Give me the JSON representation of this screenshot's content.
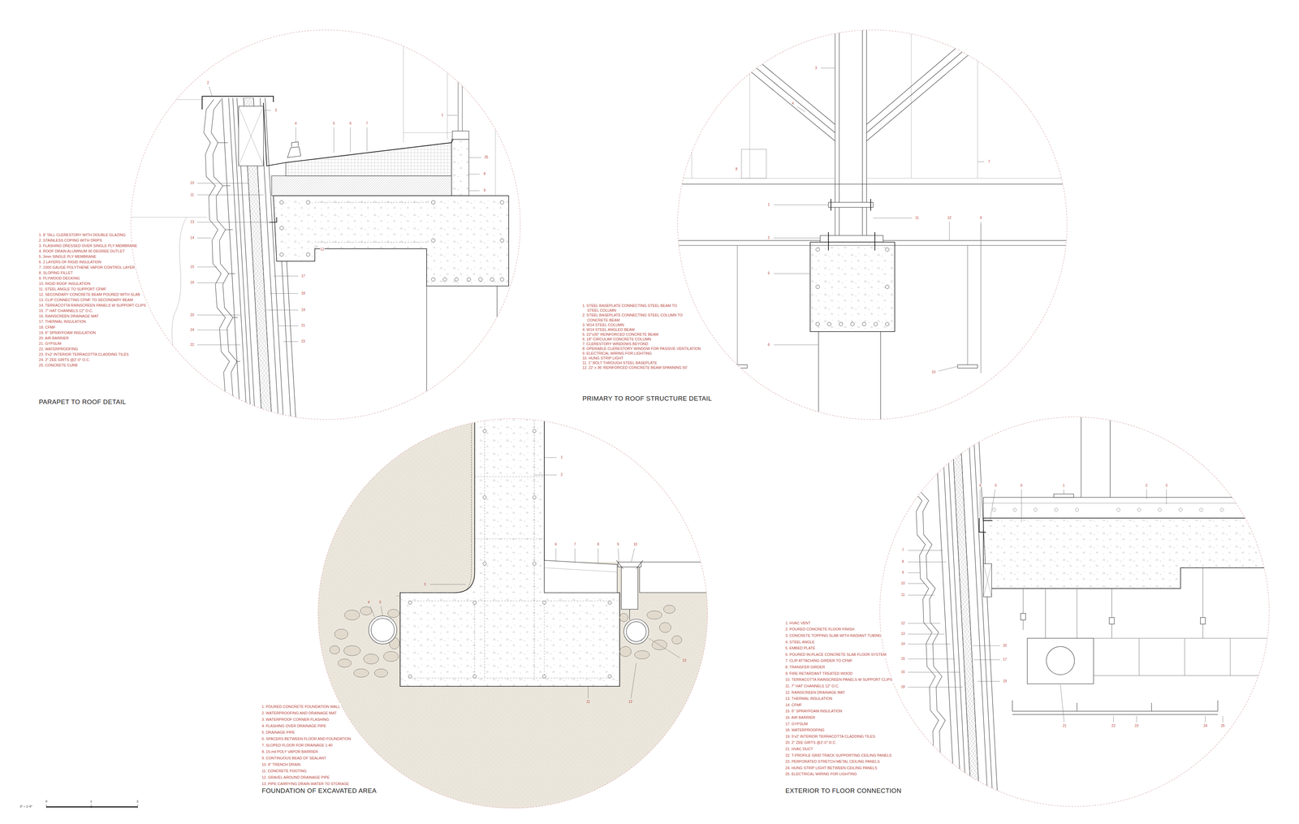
{
  "diagram": {
    "labels": [
      "PARAPET TO ROOF DETAIL",
      "1. 8' TALL CLERESTORY WITH DOUBLE GLAZING",
      "2. STAINLESS COPING WITH DRIPS",
      "3. FLASHING DRESSED OVER SINGLE PLY MEMBRANE",
      "4. ROOF DRAIN ALUMINUM 90 DEGREE OUTLET",
      "5. 3mm SINGLE PLY MEMBRANE",
      "6. 2 LAYERS OF RIGID INSULATION",
      "7. 1000 GAUGE POLYTHENE VAPOR CONTROL LAYER",
      "8. SLOPING FILLET",
      "9. PLYWOOD DECKING",
      "10. RIGID ROOF INSULATION",
      "11. STEEL ANGLE TO SUPPORT CFMF",
      "12. SECONDARY CONCRETE BEAM POURED WITH SLAB",
      "13. CLIP CONNECTING CFMF TO SECONDARY BEAM",
      "14. TERRACOTTA RAINSCREEN PANELS W SUPPORT CLIPS",
      "15. 7\" HAT CHANNELS 12\" O.C.",
      "16. RAINSCREEN DRAINAGE MAT",
      "17. THERMAL INSULATION",
      "18. CFMF",
      "19. 6\" SPRAYFOAM INSULATION",
      "20. AIR BARRIER",
      "21. GYPSUM",
      "22. WATERPROOFING",
      "23. 5'x2' INTERIOR TERRACOTTA CLADDING TILES",
      "24. 2\" ZEE GIRTS @2'-0\" O.C.",
      "25. CONCRETE CURB",
      "1",
      "2",
      "3",
      "4",
      "5",
      "6",
      "7",
      "8",
      "9",
      "10",
      "11",
      "12",
      "13",
      "14",
      "15",
      "16",
      "17",
      "18",
      "19",
      "20",
      "21",
      "22",
      "23",
      "24",
      "25",
      "PRIMARY TO ROOF STRUCTURE DETAIL",
      "1. STEEL BASEPLATE CONNECTING STEEL BEAM TO STEEL COLUMN",
      "2. STEEL BASEPLATE CONNECTING STEEL COLUMN TO CONCRETE BEAM",
      "3. W14 STEEL COLUMN",
      "4. W14 STEEL ANGLED BEAM",
      "5. 22\"x26\" REINFORCED CONCRETE BEAM",
      "6. 18\" CIRCULAR CONCRETE COLUMN",
      "7. CLERESTORY WINDOWS BEYOND",
      "8. OPERABLE CLERESTORY WINDOW FOR PASSIVE VENTILATION",
      "9. ELECTRICAL WIRING FOR LIGHTING",
      "10. HUNG STRIP LIGHT",
      "11. 1\" BOLT THROUGH STEEL BASEPLATE",
      "12. 22' x 36' REINFORCED CONCRETE BEAM SPANNING 50'",
      "1",
      "2",
      "3",
      "4",
      "5",
      "6",
      "7",
      "8",
      "9",
      "10",
      "11",
      "12",
      "FOUNDATION OF EXCAVATED AREA",
      "1. POURED CONCRETE FOUNDATION WALL",
      "2. WATERPROOFING AND DRAINAGE MAT",
      "3. WATERPROOF CORNER FLASHING",
      "4. FLASHING OVER DRAINAGE PIPE",
      "5. DRAINAGE PIPE",
      "6. SPACERS BETWEEN FLOOR AND FOUNDATION",
      "7. SLOPED FLOOR FOR DRAINAGE 1:40",
      "8. 15-mil POLY VAPOR BARRIER",
      "9. CONTINUOUS BEAD OF SEALANT",
      "10. 8\" TRENCH DRAIN",
      "11. CONCRETE FOOTING",
      "12. GRAVEL AROUND DRAINAGE PIPE",
      "13. PIPE CARRYING DRAIN WATER TO STORAGE",
      "1",
      "2",
      "3",
      "4",
      "5",
      "6",
      "7",
      "8",
      "9",
      "10",
      "11",
      "12",
      "13",
      "EXTERIOR TO FLOOR CONNECTION",
      "1. HVAC VENT",
      "2. POURED CONCRETE FLOOR FINISH",
      "3. CONCRETE TOPPING SLAB WITH RADIANT TUBING",
      "4. STEEL ANGLE",
      "5. EMBED PLATE",
      "6. POURED IN-PLACE CONCRETE SLAB FLOOR SYSTEM",
      "7. CLIP ATTACHING GIRDER TO CFMF",
      "8. TRANSFER GIRDER",
      "9. FIRE RETARDANT TREATED WOOD",
      "10. TERRACOTTA RAINSCREEN PANELS W SUPPORT CLIPS",
      "11. 7\" HAT CHANNELS 12\" O.C.",
      "12. RAINSCREEN DRAINAGE MAT",
      "13. THERMAL INSULATION",
      "14. CFMF",
      "15. 6\" SPRAYFOAM INSULATION",
      "16. AIR BARRIER",
      "17. GYPSUM",
      "18. WATERPROOFING",
      "19. 5'x2' INTERIOR TERRACOTTA CLADDING TILES",
      "20. 2\" ZEE GIRTS @2'-0\" O.C.",
      "21. HVAC DUCT",
      "22. T-PROFILE GRID TRACK SUPPORTING CEILING PANELS",
      "23. PERFORATED STRETCH METAL CEILING PANELS",
      "24. HUNG STRIP LIGHT BETWEEN CEILING PANELS",
      "25. ELECTRICAL WIRING FOR LIGHTING",
      "1",
      "2",
      "3",
      "4",
      "5",
      "6",
      "7",
      "8",
      "9",
      "10",
      "11",
      "12",
      "13",
      "14",
      "15",
      "16",
      "17",
      "18",
      "19",
      "20",
      "21",
      "22",
      "23",
      "24",
      "25",
      "3\" = 1'-0\"",
      "0",
      "1",
      "2"
    ]
  }
}
